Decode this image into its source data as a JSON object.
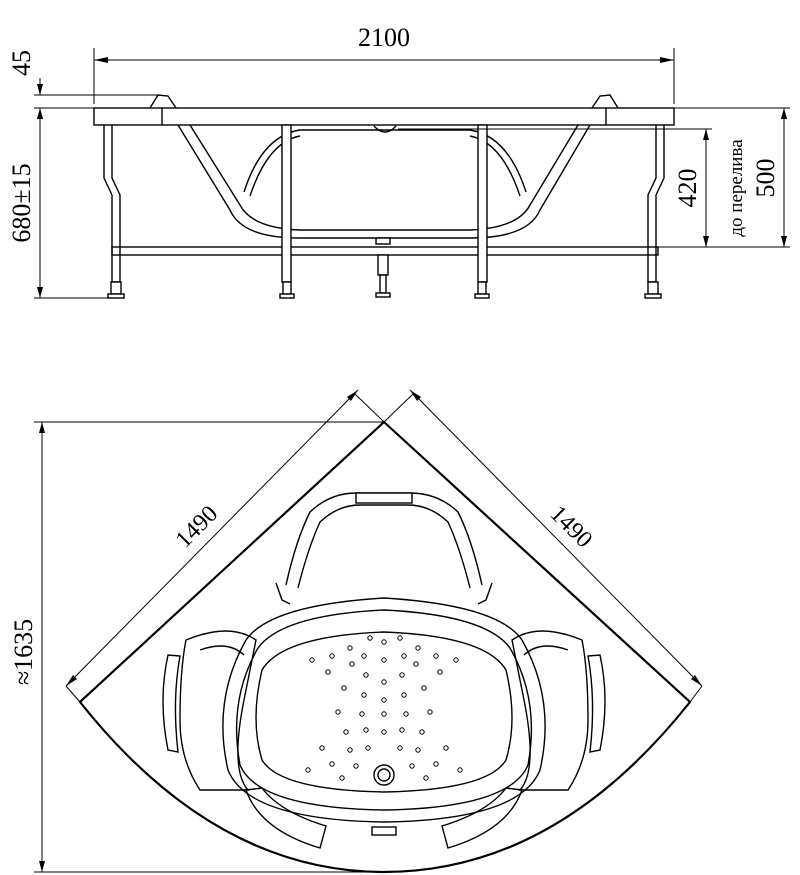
{
  "dimensions": {
    "overall_width": "2100",
    "rim_thickness": "45",
    "total_height": "680±15",
    "overflow_depth": "420",
    "overflow_note": "до перелива",
    "depth": "500",
    "side_left": "1490",
    "side_right": "1490",
    "diagonal": "≈1635"
  },
  "views": {
    "side": "side-elevation",
    "top": "plan-view"
  }
}
